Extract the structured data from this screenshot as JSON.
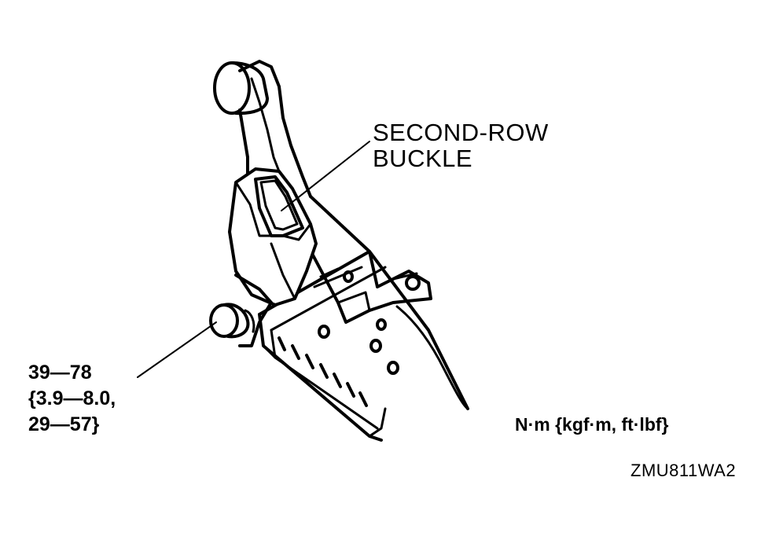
{
  "labels": {
    "buckle": [
      "SECOND-ROW",
      "BUCKLE"
    ],
    "torque": [
      "39—78",
      "{3.9—8.0,",
      "29—57}"
    ],
    "units": "N·m {kgf·m, ft·lbf}",
    "code": "ZMU811WA2"
  }
}
